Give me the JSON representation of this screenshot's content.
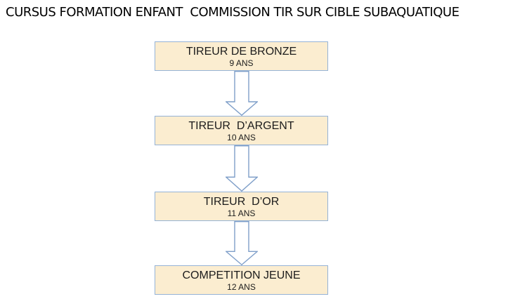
{
  "title": "CURSUS FORMATION ENFANT  COMMISSION TIR SUR CIBLE SUBAQUATIQUE",
  "colors": {
    "box_fill": "#FBEDD0",
    "box_border": "#95B3D7",
    "arrow_outline": "#7F9FC9",
    "arrow_fill": "#FFFFFF",
    "text": "#1C1C1C"
  },
  "flow": {
    "steps": [
      {
        "label": "TIREUR DE BRONZE",
        "age": "9 ANS"
      },
      {
        "label": "TIREUR  D’ARGENT",
        "age": "10 ANS"
      },
      {
        "label": "TIREUR  D’OR",
        "age": "11 ANS"
      },
      {
        "label": "COMPETITION JEUNE",
        "age": "12 ANS"
      }
    ]
  }
}
